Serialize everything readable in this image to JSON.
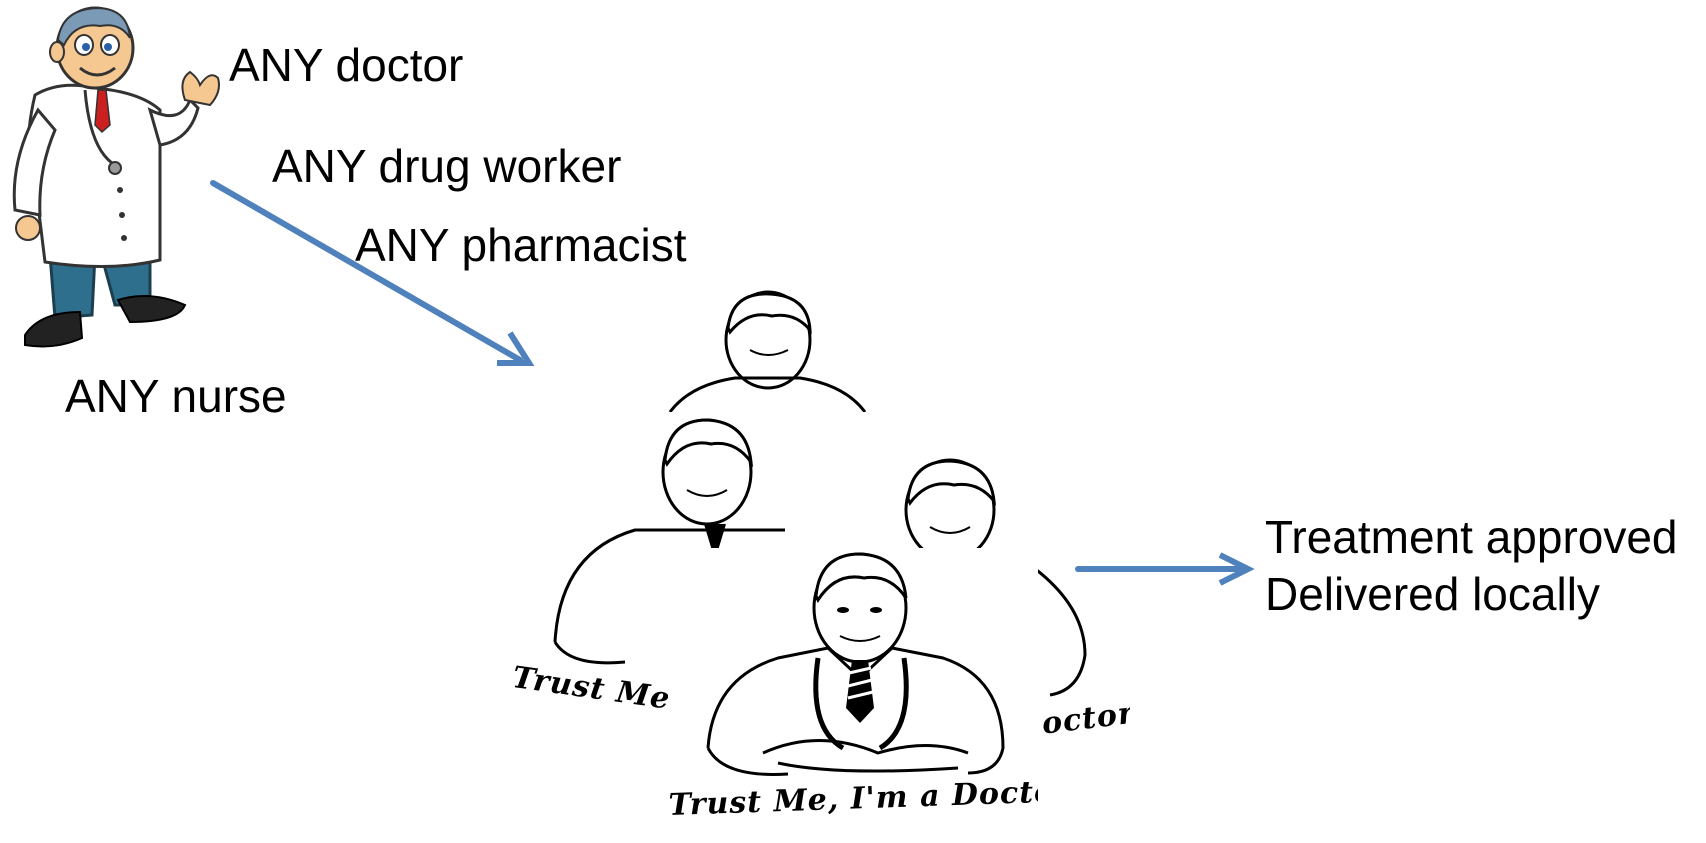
{
  "labels": {
    "doctor": "ANY doctor",
    "drug_worker": "ANY drug worker",
    "pharmacist": "ANY pharmacist",
    "nurse": "ANY nurse",
    "treatment_approved": "Treatment approved",
    "delivered_locally": "Delivered locally"
  },
  "poster_caption": "Trust Me, I'm a Doctor",
  "poster_caption_partial_left": "Trust Me,",
  "poster_caption_partial_right": "octor",
  "colors": {
    "arrow": "#4F81BD",
    "coat": "#ffffff",
    "trousers": "#2E6F8E",
    "skin": "#F4C890",
    "hair": "#7A9AB6"
  }
}
